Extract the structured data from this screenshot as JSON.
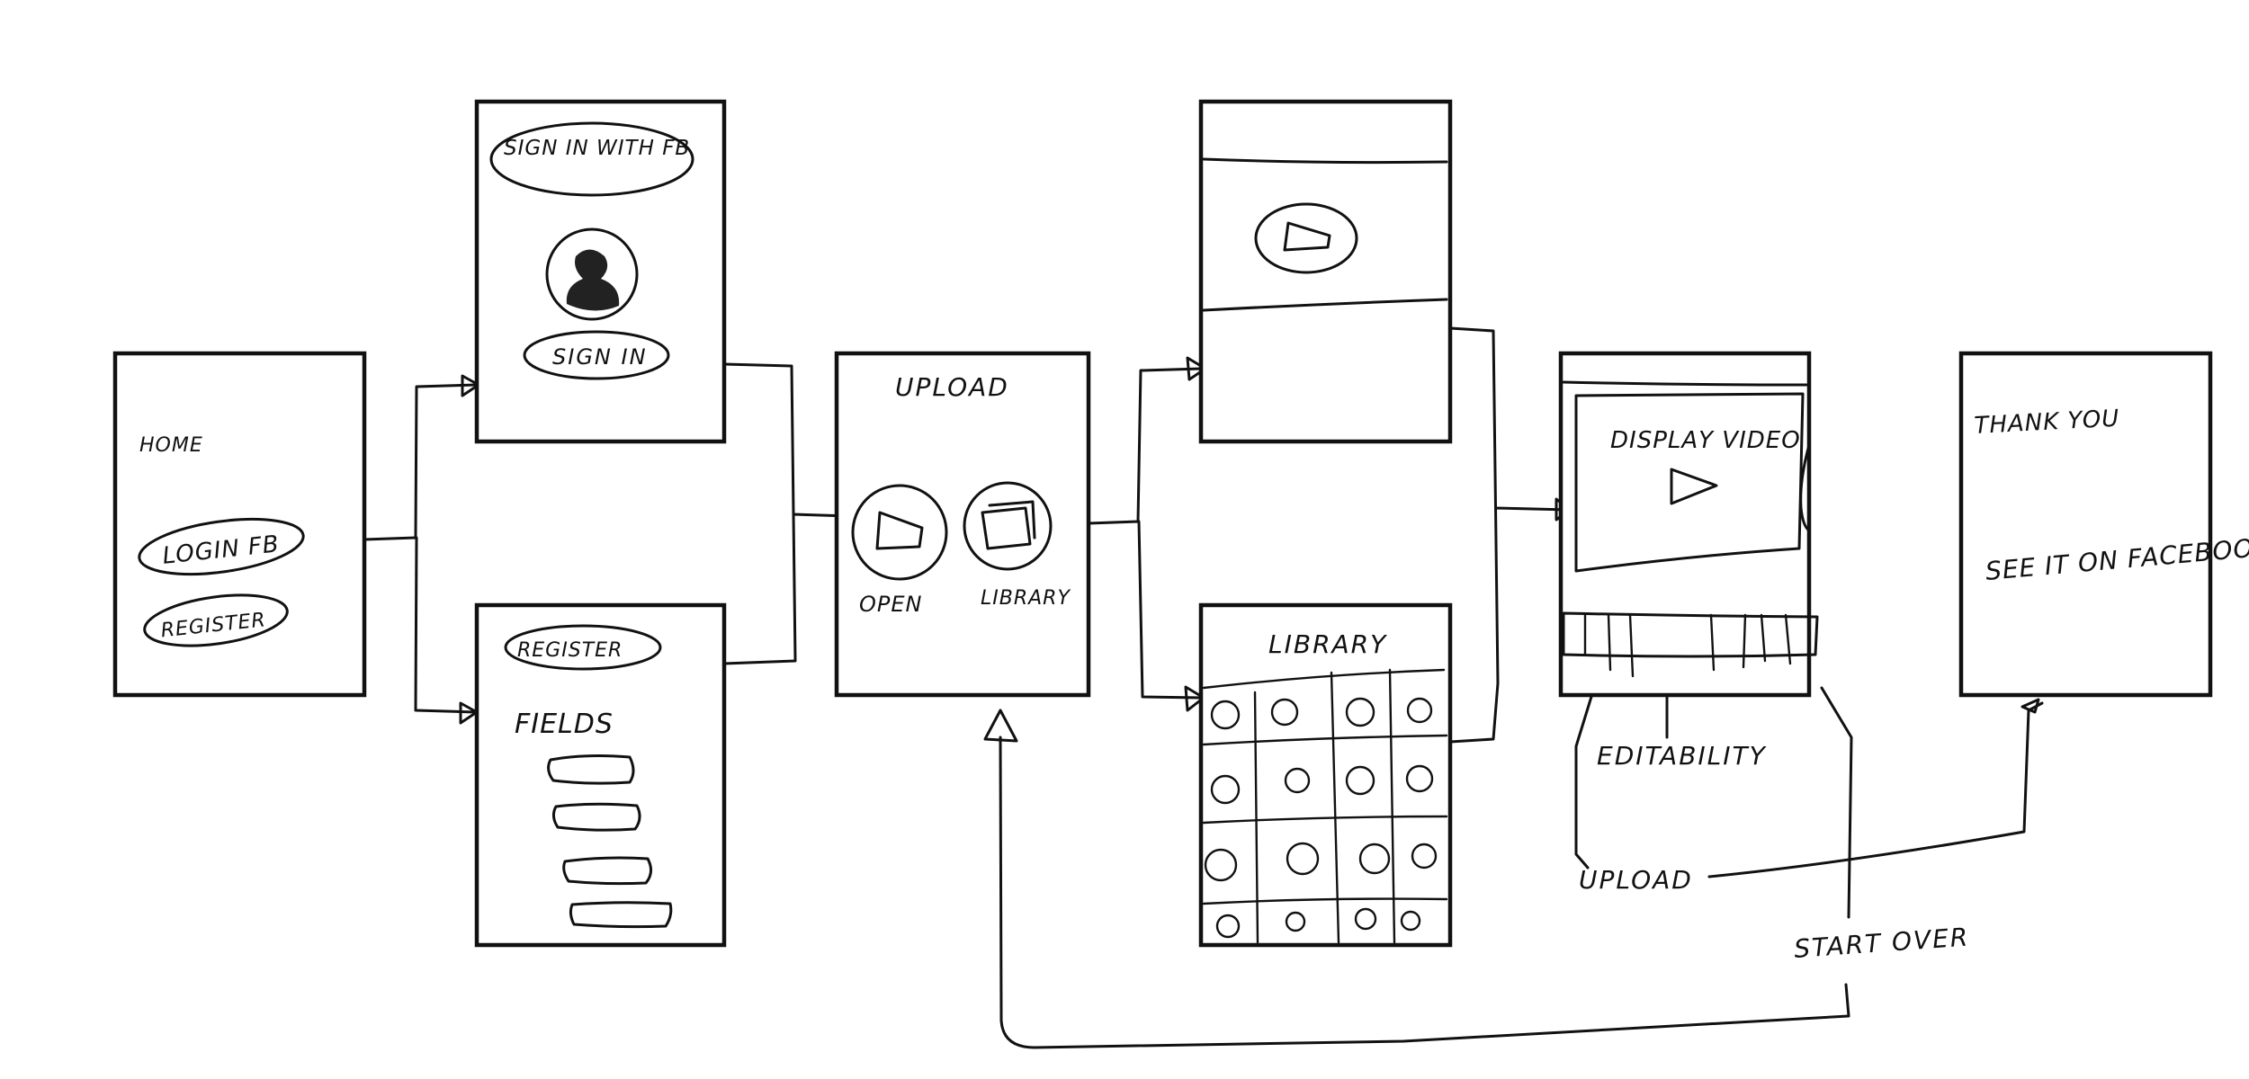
{
  "screens": {
    "home": {
      "title": "HOME",
      "login_button": "LOGIN FB",
      "register_button": "REGISTER"
    },
    "signin": {
      "fb_button": "SIGN IN WITH FB",
      "signin_button": "SIGN IN"
    },
    "register": {
      "title": "REGISTER",
      "fields_label": "FIELDS"
    },
    "upload": {
      "title": "UPLOAD",
      "open_label": "OPEN",
      "library_label": "LIBRARY"
    },
    "library": {
      "title": "LIBRARY"
    },
    "display": {
      "title": "DISPLAY VIDEO"
    },
    "thankyou": {
      "title": "THANK YOU",
      "facebook_text": "SEE IT ON FACEBOOK"
    }
  },
  "annotations": {
    "editability": "EDITABILITY",
    "upload": "UPLOAD",
    "start_over": "START OVER"
  }
}
